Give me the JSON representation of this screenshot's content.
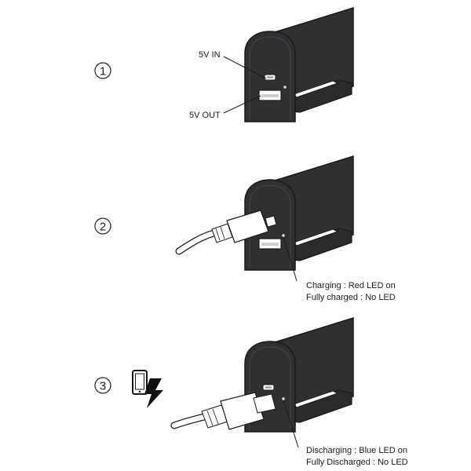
{
  "steps": [
    {
      "number": "1",
      "labels": {
        "input_port": "5V IN",
        "output_port": "5V OUT"
      }
    },
    {
      "number": "2",
      "status": {
        "line1": "Charging : Red LED on",
        "line2": "Fully charged : No LED"
      }
    },
    {
      "number": "3",
      "status": {
        "line1": "Discharging : Blue LED on",
        "line2": "Fully Discharged : No LED"
      }
    }
  ],
  "icons": {
    "device": "phone-charging-icon"
  },
  "colors": {
    "body": "#2f3032",
    "outline": "#18191a",
    "port": "#ffffff",
    "cable": "#ffffff"
  }
}
